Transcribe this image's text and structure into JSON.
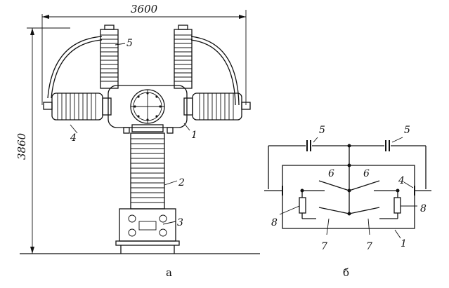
{
  "figure_a": {
    "dim_width": "3600",
    "dim_height": "3860",
    "labels": {
      "l5": "5",
      "l4": "4",
      "l1": "1",
      "l2": "2",
      "l3": "3"
    },
    "caption": "а"
  },
  "figure_b": {
    "labels": {
      "l5_left": "5",
      "l5_right": "5",
      "l6_left": "6",
      "l6_right": "6",
      "l4": "4",
      "l8_left": "8",
      "l8_right": "8",
      "l7_left": "7",
      "l7_right": "7",
      "l1": "1"
    },
    "caption": "б"
  }
}
